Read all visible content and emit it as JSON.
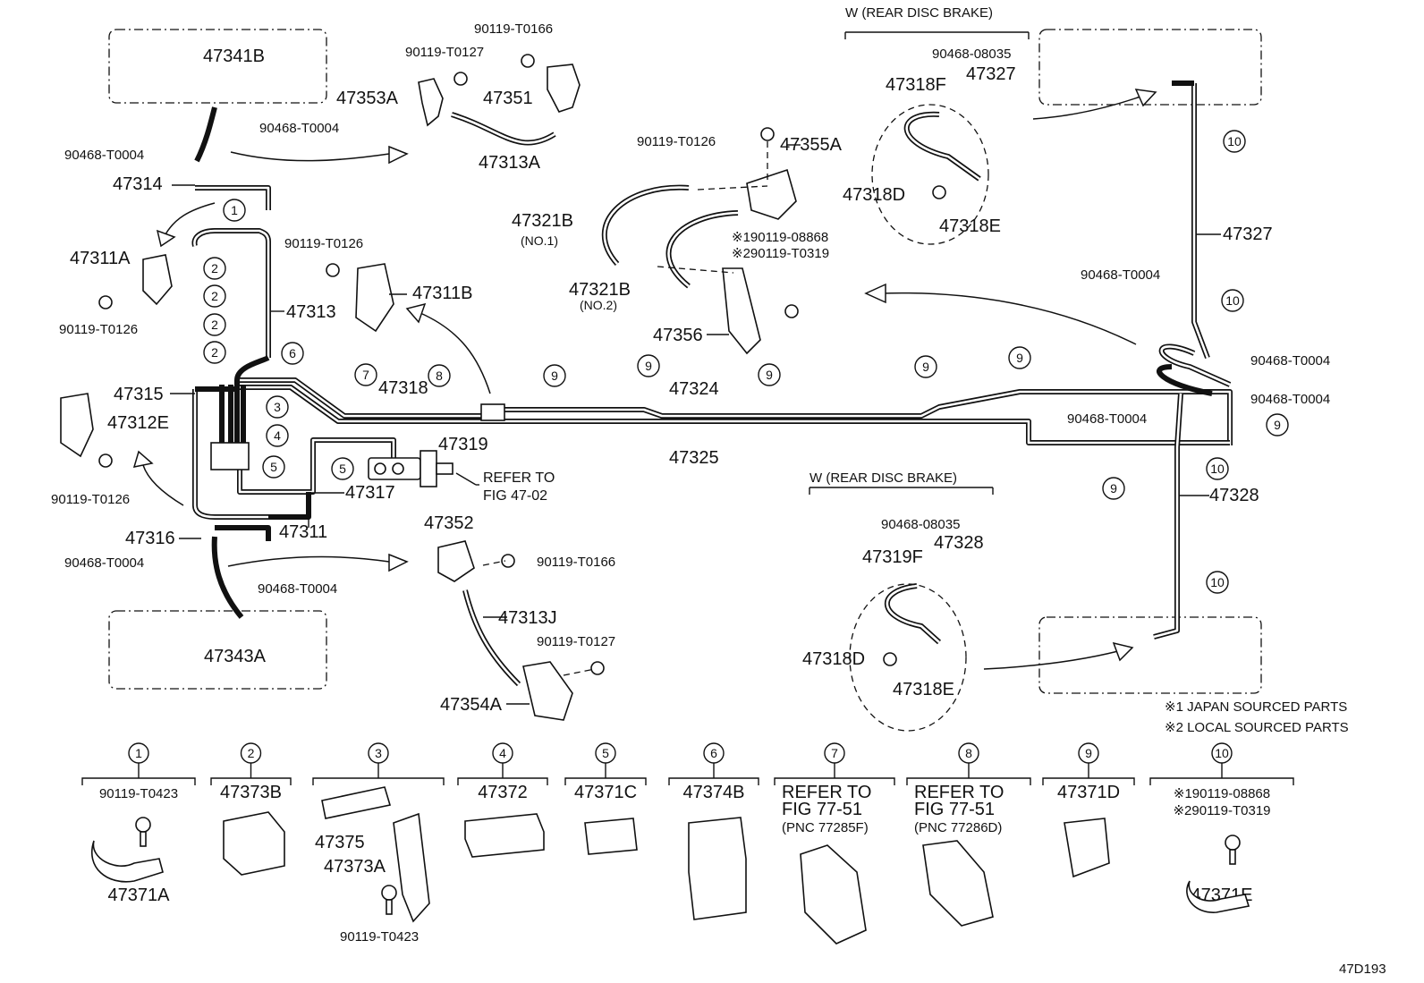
{
  "labels": {
    "p47341B": "47341B",
    "p90468_T0004_a": "90468-T0004",
    "p90468_T0004_b": "90468-T0004",
    "p47314": "47314",
    "p47311A": "47311A",
    "p90119_T0126_a": "90119-T0126",
    "p47313": "47313",
    "p47315": "47315",
    "p47312E": "47312E",
    "p90119_T0126_b": "90119-T0126",
    "p47316": "47316",
    "p90468_T0004_c": "90468-T0004",
    "p90468_T0004_d": "90468-T0004",
    "p47343A": "47343A",
    "p90119_T0166_a": "90119-T0166",
    "p90119_T0127_a": "90119-T0127",
    "p47353A": "47353A",
    "p47351": "47351",
    "p47313A": "47313A",
    "p90119_T0126_c": "90119-T0126",
    "p47311B": "47311B",
    "p47318": "47318",
    "p47319": "47319",
    "p47317": "47317",
    "p47311": "47311",
    "refer_to": "REFER TO",
    "fig_47_02": "FIG 47-02",
    "p47352": "47352",
    "p90119_T0166_b": "90119-T0166",
    "p47313J": "47313J",
    "p90119_T0127_b": "90119-T0127",
    "p47354A": "47354A",
    "p90119_T0126_d": "90119-T0126",
    "p47355A": "47355A",
    "p47321B_1": "47321B",
    "no1": "(NO.1)",
    "note_08868": "※190119-08868",
    "note_T0319": "※290119-T0319",
    "p47321B_2": "47321B",
    "no2": "(NO.2)",
    "p47356": "47356",
    "p47324": "47324",
    "p47325": "47325",
    "w_rear_1": "W (REAR DISC BRAKE)",
    "p90468_08035_a": "90468-08035",
    "p47327_small": "47327",
    "p47318F": "47318F",
    "p47318D_a": "47318D",
    "p47318E_a": "47318E",
    "p47327": "47327",
    "p90468_T0004_e": "90468-T0004",
    "p90468_T0004_f": "90468-T0004",
    "p90468_T0004_g": "90468-T0004",
    "p90468_T0004_h": "90468-T0004",
    "p47328": "47328",
    "w_rear_2": "W (REAR DISC BRAKE)",
    "p90468_08035_b": "90468-08035",
    "p47319F": "47319F",
    "p47328_small": "47328",
    "p47318D_b": "47318D",
    "p47318E_b": "47318E",
    "legend1": "※1 JAPAN SOURCED PARTS",
    "legend2": "※2 LOCAL SOURCED PARTS",
    "fig_code": "47D193"
  },
  "callouts": [
    "1",
    "2",
    "3",
    "4",
    "5",
    "6",
    "7",
    "8",
    "9",
    "10"
  ],
  "legend_groups": [
    {
      "num": "1",
      "lines": [
        "90119-T0423"
      ],
      "part": "47371A"
    },
    {
      "num": "2",
      "lines": [
        "47373B"
      ],
      "part": ""
    },
    {
      "num": "3",
      "lines": [
        "47375",
        "47373A",
        "90119-T0423"
      ],
      "part": ""
    },
    {
      "num": "4",
      "lines": [
        "47372"
      ],
      "part": ""
    },
    {
      "num": "5",
      "lines": [
        "47371C"
      ],
      "part": ""
    },
    {
      "num": "6",
      "lines": [
        "47374B"
      ],
      "part": ""
    },
    {
      "num": "7",
      "lines": [
        "REFER TO",
        "FIG 77-51",
        "(PNC 77285F)"
      ],
      "part": ""
    },
    {
      "num": "8",
      "lines": [
        "REFER TO",
        "FIG 77-51",
        "(PNC 77286D)"
      ],
      "part": ""
    },
    {
      "num": "9",
      "lines": [
        "47371D"
      ],
      "part": ""
    },
    {
      "num": "10",
      "lines": [
        "※190119-08868",
        "※290119-T0319"
      ],
      "part": "47371E"
    }
  ]
}
